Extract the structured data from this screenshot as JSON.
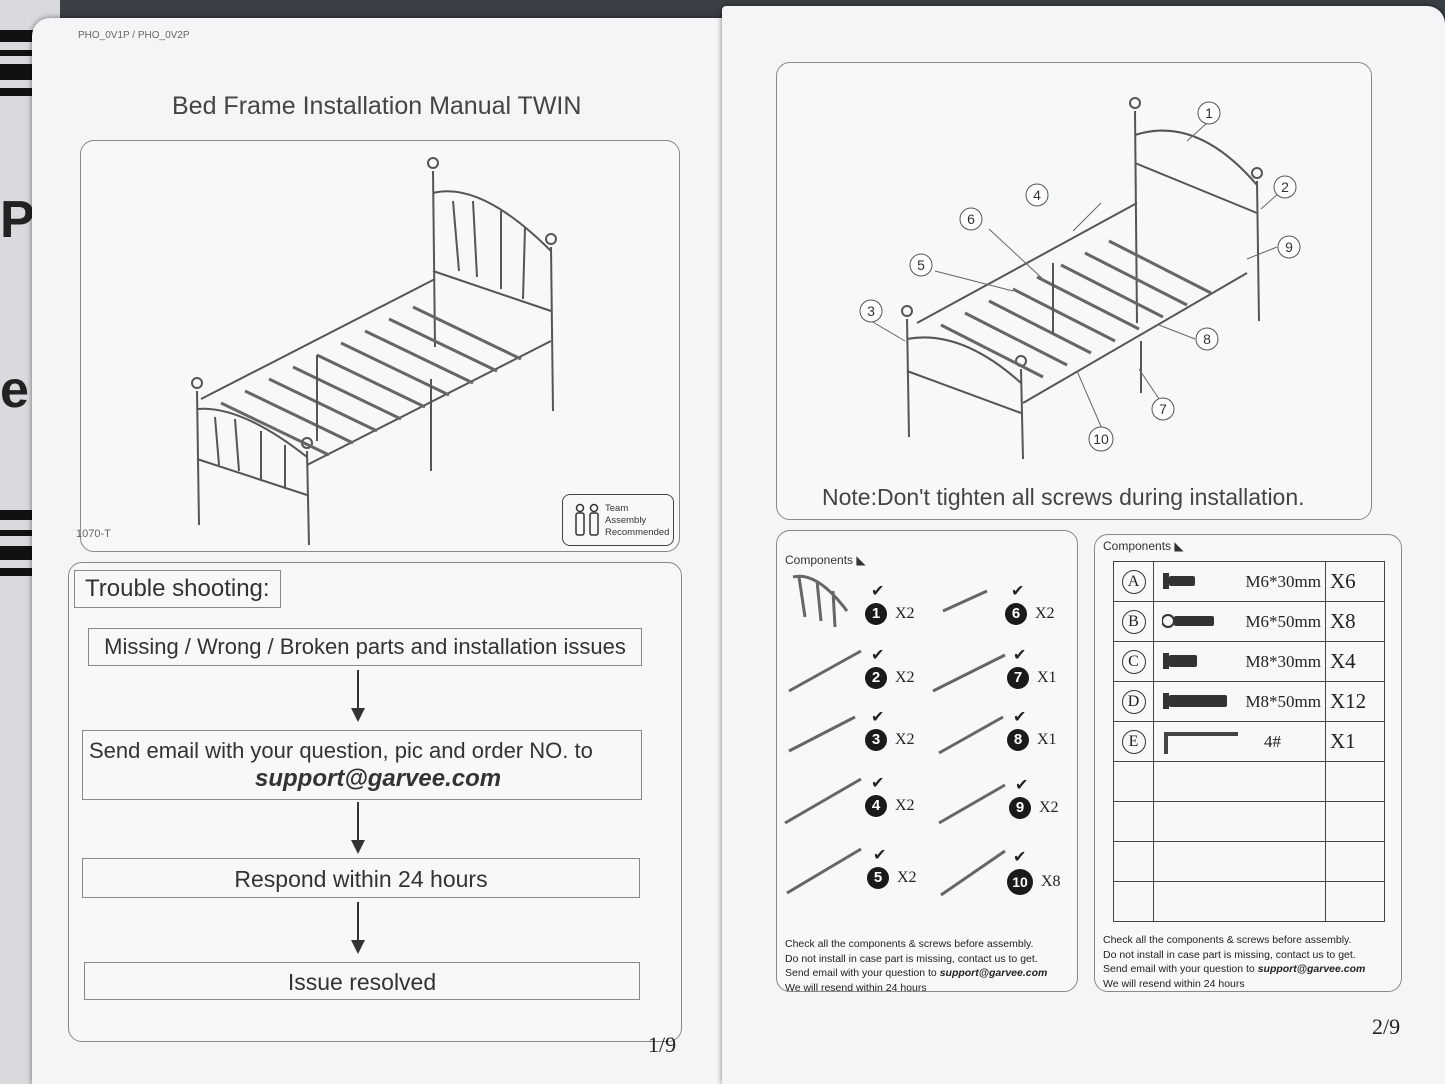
{
  "left_page": {
    "model_code": "PHO_0V1P / PHO_0V2P",
    "title": "Bed Frame Installation Manual TWIN",
    "part_code": "1070-T",
    "team_badge": [
      "Team",
      "Assembly",
      "Recommended"
    ],
    "trouble_title": "Trouble shooting:",
    "steps": {
      "issues": "Missing / Wrong / Broken parts and installation issues",
      "email_line": "Send email with your question, pic and order NO. to",
      "email": "support@garvee.com",
      "respond": "Respond within 24 hours",
      "resolved": "Issue resolved"
    },
    "page_number": "1/9"
  },
  "right_page": {
    "callouts": [
      "1",
      "2",
      "3",
      "4",
      "5",
      "6",
      "7",
      "8",
      "9",
      "10"
    ],
    "note": "Note:Don't tighten all screws during installation.",
    "components_title": "Components",
    "parts": [
      {
        "num": "1",
        "qty": "X2"
      },
      {
        "num": "2",
        "qty": "X2"
      },
      {
        "num": "3",
        "qty": "X2"
      },
      {
        "num": "4",
        "qty": "X2"
      },
      {
        "num": "5",
        "qty": "X2"
      },
      {
        "num": "6",
        "qty": "X2"
      },
      {
        "num": "7",
        "qty": "X1"
      },
      {
        "num": "8",
        "qty": "X1"
      },
      {
        "num": "9",
        "qty": "X2"
      },
      {
        "num": "10",
        "qty": "X8"
      }
    ],
    "hardware": [
      {
        "letter": "A",
        "spec": "M6*30mm",
        "qty": "X6"
      },
      {
        "letter": "B",
        "spec": "M6*50mm",
        "qty": "X8"
      },
      {
        "letter": "C",
        "spec": "M8*30mm",
        "qty": "X4"
      },
      {
        "letter": "D",
        "spec": "M8*50mm",
        "qty": "X12"
      },
      {
        "letter": "E",
        "spec": "4#",
        "qty": "X1"
      }
    ],
    "footer": {
      "line1": "Check all the components & screws before assembly.",
      "line2": "Do not install in case part is missing, contact us to get.",
      "line3": "Send email with your question to",
      "email": "support@garvee.com",
      "line4": "We will resend within 24 hours"
    },
    "page_number": "2/9"
  }
}
